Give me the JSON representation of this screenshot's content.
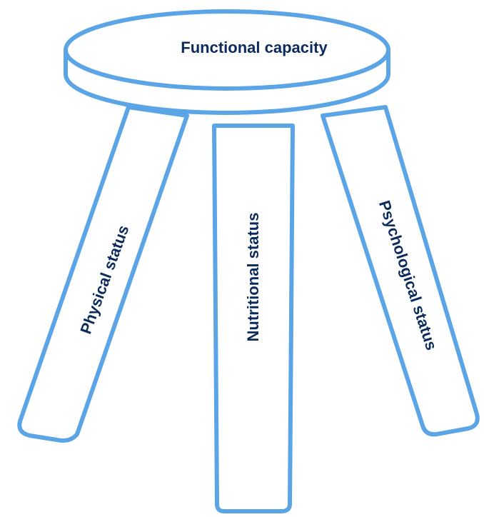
{
  "diagram": {
    "seat_label": "Functional capacity",
    "legs": [
      {
        "label": "Physical status"
      },
      {
        "label": "Nutritional status"
      },
      {
        "label": "Psychological status"
      }
    ]
  },
  "colors": {
    "outline": "#5ba4e6",
    "text": "#0b2b5c",
    "background": "#ffffff"
  }
}
